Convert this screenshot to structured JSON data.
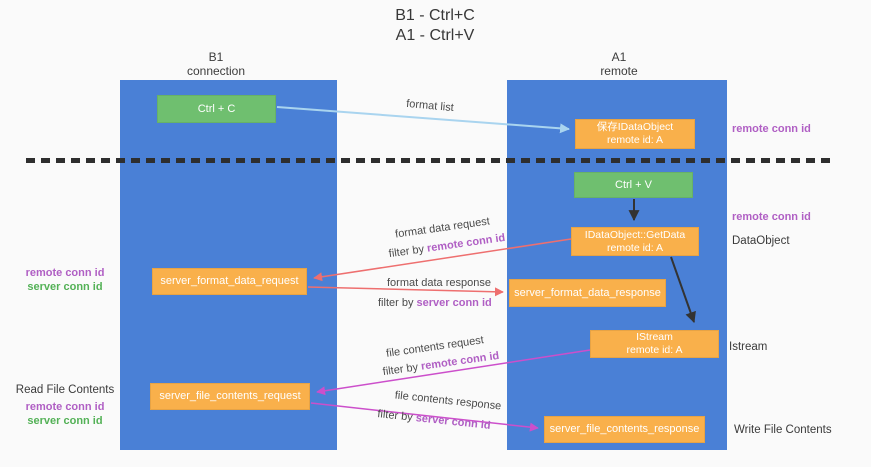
{
  "title": {
    "line1": "B1 - Ctrl+C",
    "line2": "A1 - Ctrl+V"
  },
  "lanes": {
    "left": {
      "name": "B1",
      "subtitle": "connection"
    },
    "right": {
      "name": "A1",
      "subtitle": "remote"
    }
  },
  "nodes": {
    "ctrl_c": "Ctrl + C",
    "ctrl_v": "Ctrl + V",
    "save_idataobject": {
      "line1": "保存IDataObject",
      "line2": "remote id: A"
    },
    "getdata": {
      "line1": "IDataObject::GetData",
      "line2": "remote id: A"
    },
    "istream": {
      "line1": "IStream",
      "line2": "remote id: A"
    },
    "server_format_data_request": "server_format_data_request",
    "server_format_data_response": "server_format_data_response",
    "server_file_contents_request": "server_file_contents_request",
    "server_file_contents_response": "server_file_contents_response"
  },
  "labels": {
    "format_list": "format list",
    "format_data_request": "format data request",
    "format_data_response": "format data response",
    "file_contents_request": "file contents request",
    "file_contents_response": "file contents response",
    "filter_by": "filter by",
    "remote_conn_id": "remote conn id",
    "server_conn_id": "server conn id",
    "data_object": "DataObject",
    "istream": "Istream",
    "read_file_contents": "Read File Contents",
    "write_file_contents": "Write File Contents"
  },
  "colors": {
    "lane_blue": "#4a80d6",
    "node_green": "#6fbf6f",
    "node_orange": "#f9b04b",
    "arrow_light_blue": "#a9d4ef",
    "arrow_red": "#ee6f6f",
    "arrow_magenta": "#cc4fcb",
    "arrow_black": "#333333",
    "label_purple": "#b05fc4",
    "label_green": "#53b156"
  }
}
